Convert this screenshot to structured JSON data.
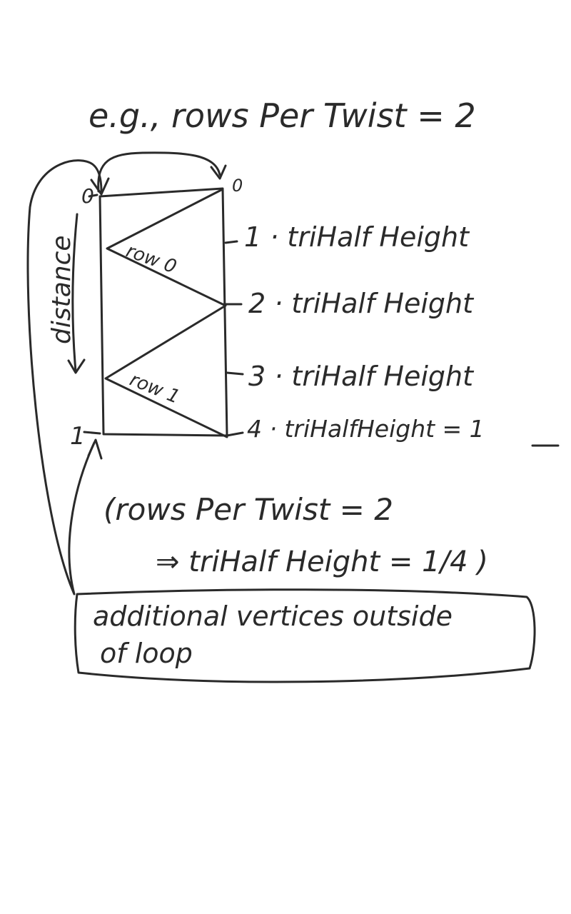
{
  "title": "e.g., rows Per Twist = 2",
  "left_labels": {
    "top": "0",
    "bottom": "1"
  },
  "top_right_label": "0",
  "distance_label": "distance",
  "row_labels": [
    "row 0",
    "row 1"
  ],
  "height_labels": [
    "1 · triHalf Height",
    "2 · triHalf Height",
    "3 · triHalf Height",
    "4 · triHalfHeight = 1"
  ],
  "note": {
    "line1": "(rows Per Twist = 2",
    "line2": "⇒ triHalf Height = 1/4 )"
  },
  "box": {
    "line1": "additional vertices outside",
    "line2": "of loop"
  }
}
